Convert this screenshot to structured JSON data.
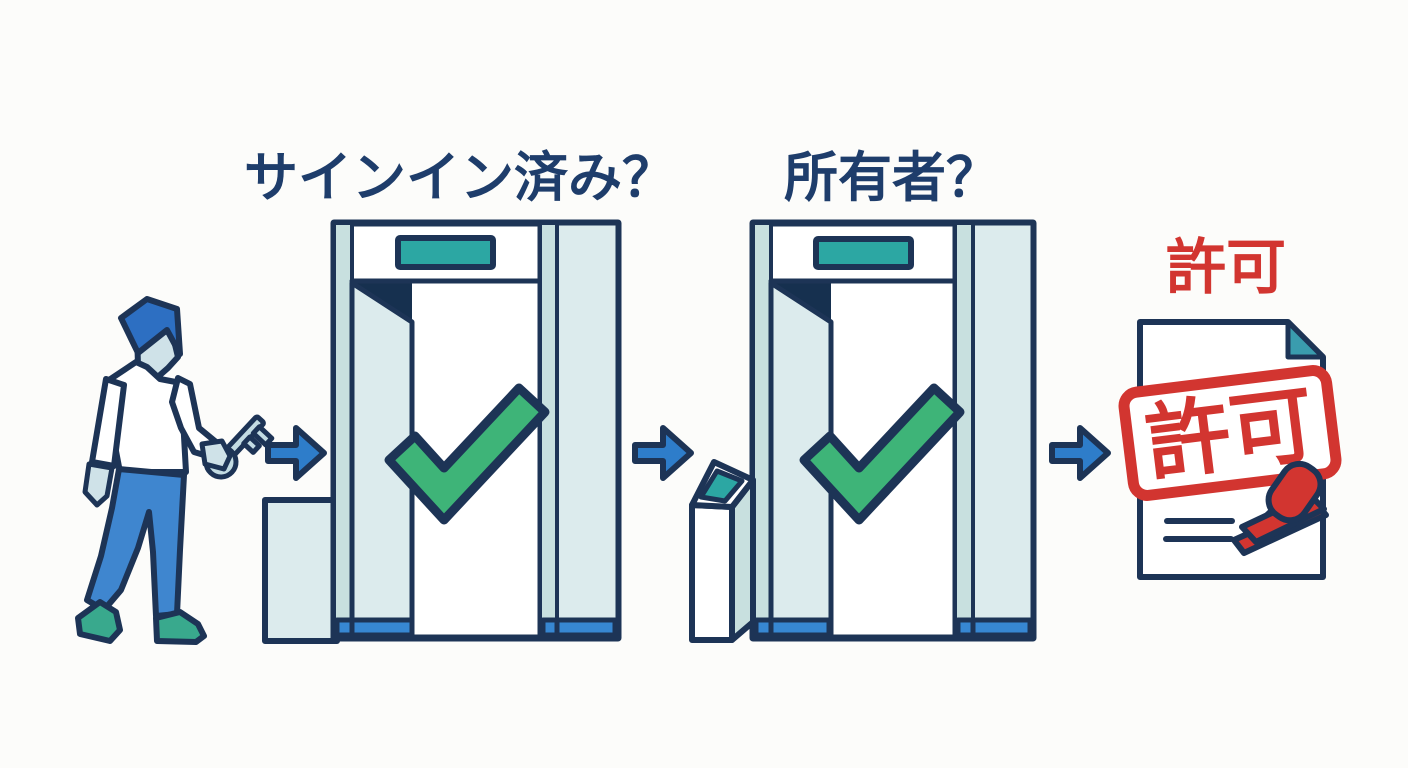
{
  "scene": {
    "step1_label": "サインイン済み？",
    "step2_label": "所有者？",
    "result_label": "許可",
    "stamp_text": "許可"
  },
  "icons": {
    "person": "person-with-key-icon",
    "key": "key-icon",
    "arrow": "arrow-right-icon",
    "gate1": "security-gate-icon",
    "gate2": "security-gate-with-reader-icon",
    "reader": "card-reader-podium-icon",
    "checkmark": "checkmark-icon",
    "document": "document-icon",
    "stamp_imprint": "stamp-imprint-icon",
    "stamp_handle": "rubber-stamp-icon"
  },
  "colors": {
    "outline_navy": "#1d3456",
    "dark_navy": "#16304f",
    "text_navy": "#1e3d6b",
    "panel_light": "#dcebed",
    "strip_teal": "#c8e0df",
    "display_teal": "#2ca7a3",
    "check_green": "#3eb478",
    "arrow_blue": "#2e7dca",
    "base_blue": "#3787d2",
    "hair_blue": "#2d6fc2",
    "pants_blue": "#3f86cf",
    "skin_light": "#cfe2e8",
    "shoe_teal": "#39a98d",
    "key_light": "#c3dce3",
    "stamp_red": "#d23530",
    "fold_teal": "#3a9cae",
    "paper_white": "#ffffff",
    "background": "#fcfcfa"
  }
}
